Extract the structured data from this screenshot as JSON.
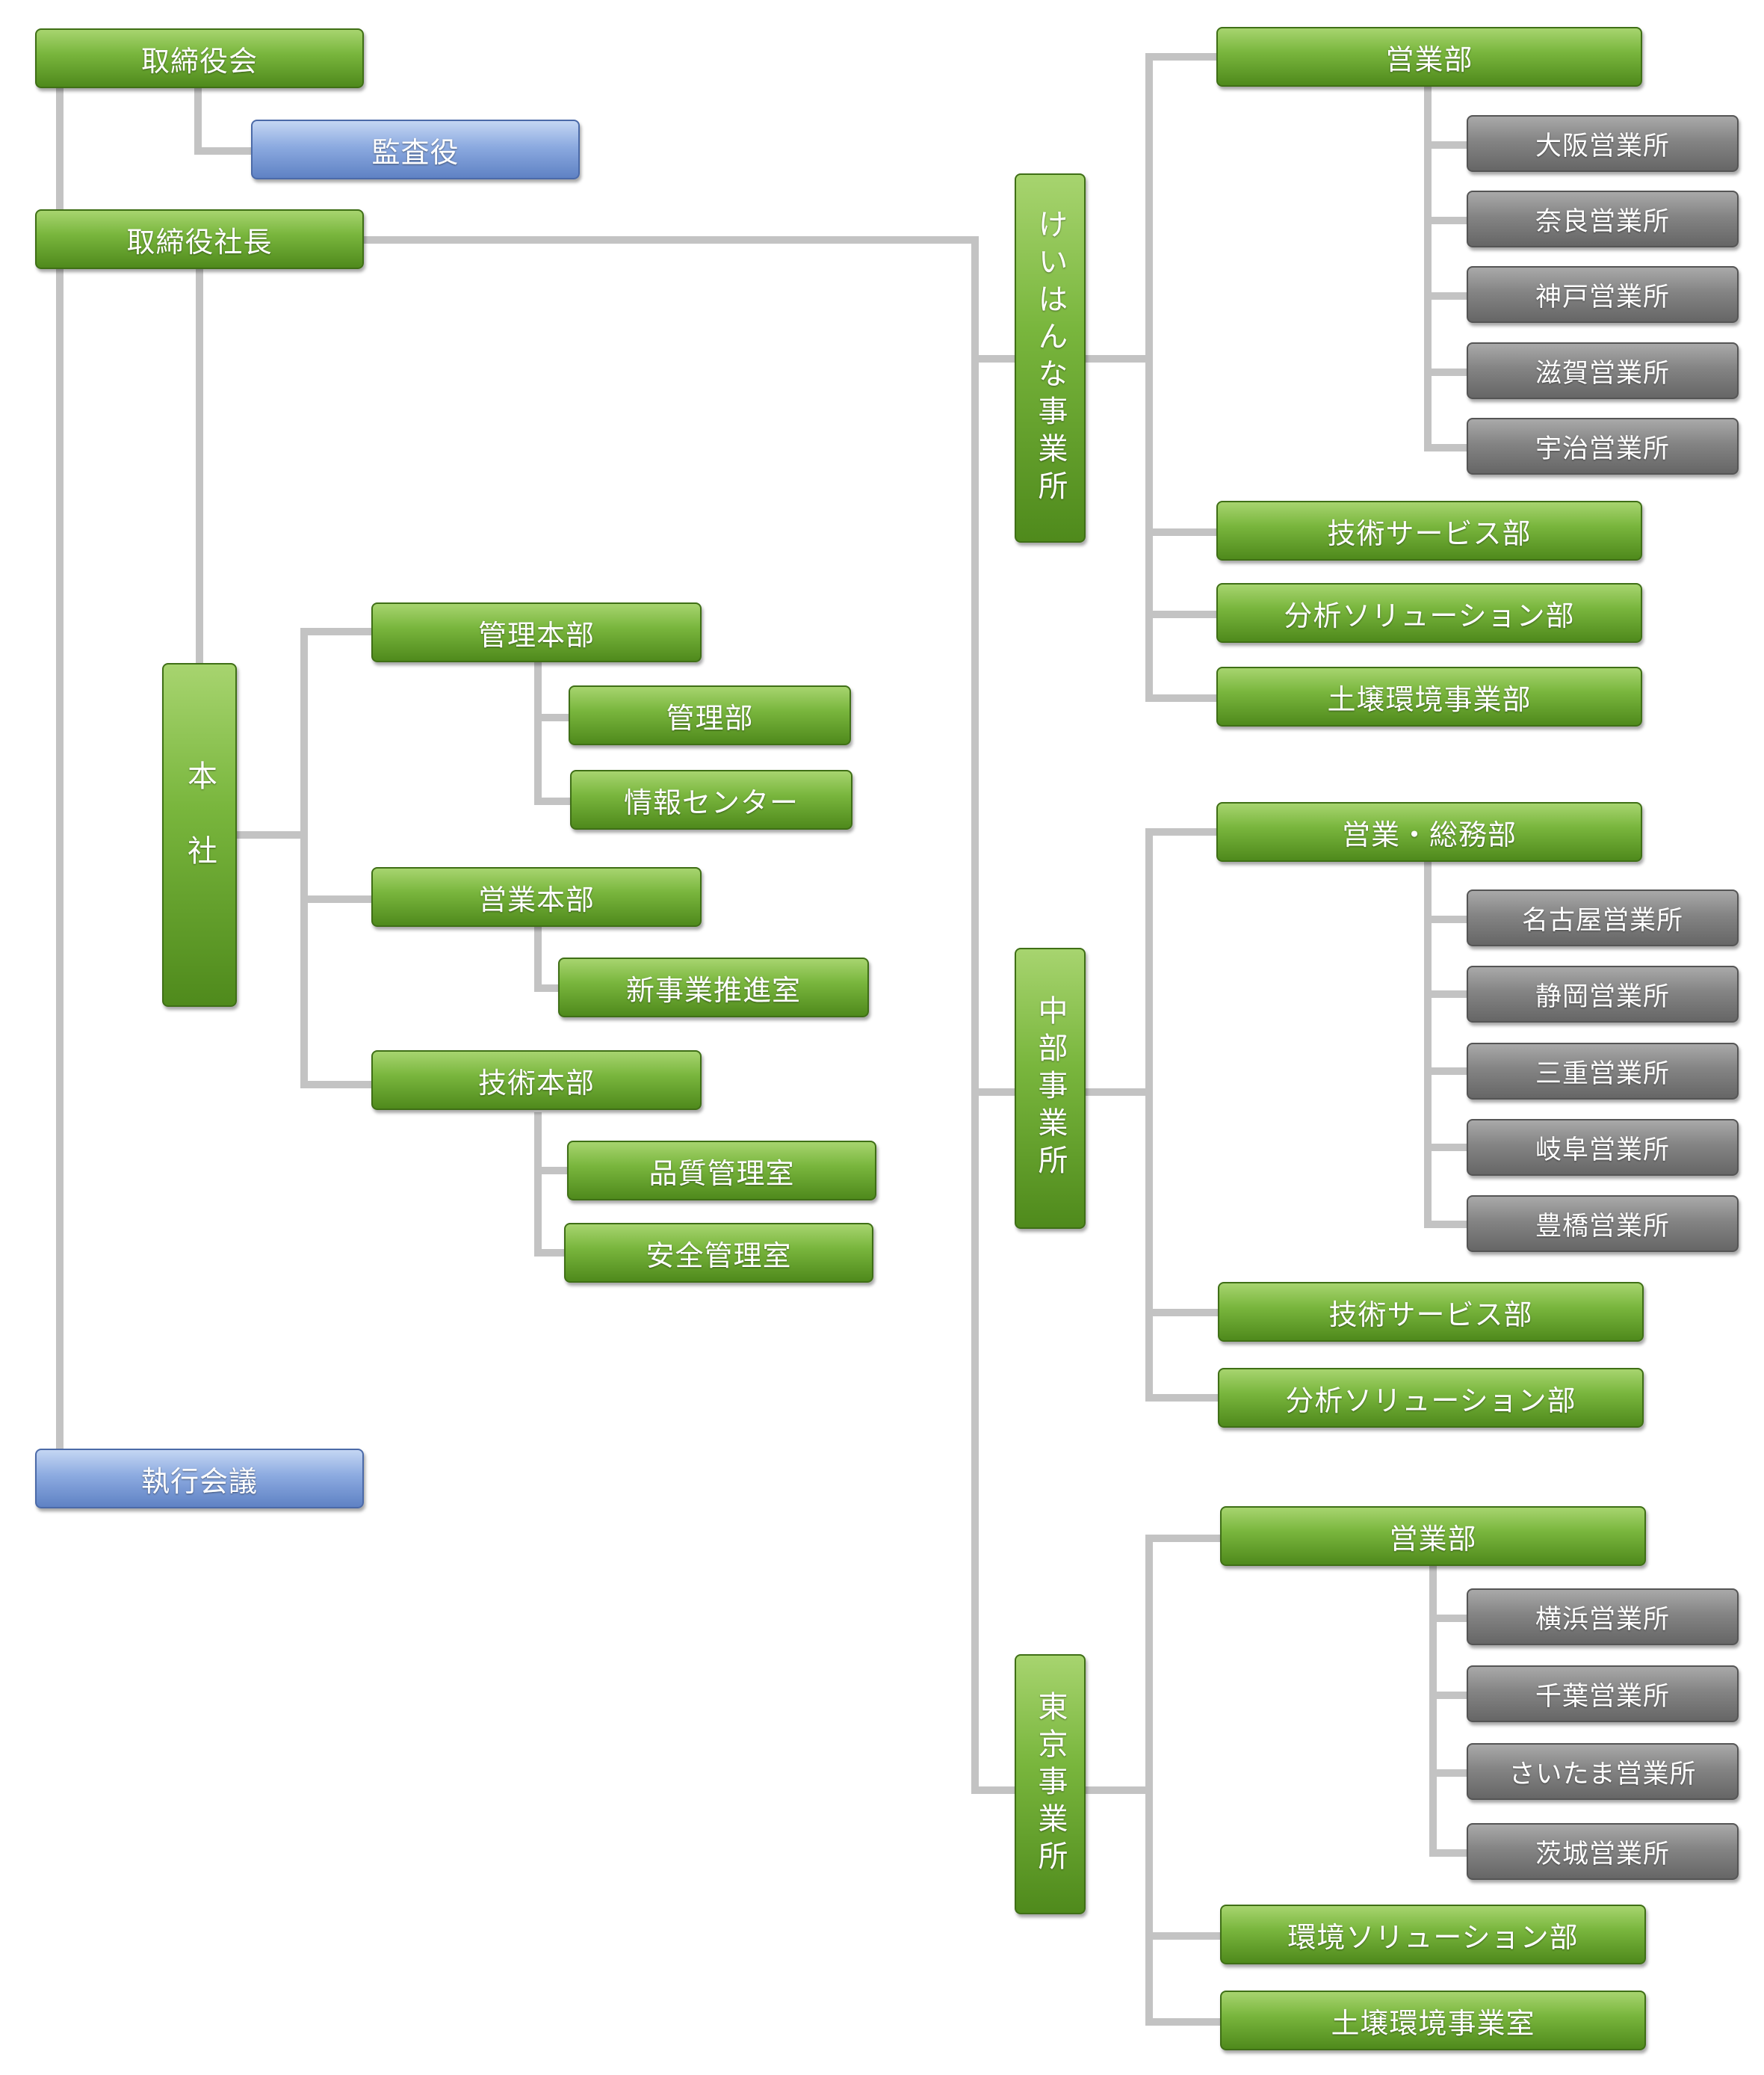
{
  "board": {
    "label": "取締役会",
    "auditor": "監査役",
    "president": "取締役社長",
    "exec_meeting": "執行会議"
  },
  "hq": {
    "label": "本社",
    "divisions": [
      {
        "label": "管理本部",
        "children": [
          "管理部",
          "情報センター"
        ]
      },
      {
        "label": "営業本部",
        "children": [
          "新事業推進室"
        ]
      },
      {
        "label": "技術本部",
        "children": [
          "品質管理室",
          "安全管理室"
        ]
      }
    ]
  },
  "offices": [
    {
      "label": "けいはんな事業所",
      "sales": {
        "label": "営業部",
        "branches": [
          "大阪営業所",
          "奈良営業所",
          "神戸営業所",
          "滋賀営業所",
          "宇治営業所"
        ]
      },
      "departments": [
        "技術サービス部",
        "分析ソリューション部",
        "土壌環境事業部"
      ]
    },
    {
      "label": "中部事業所",
      "sales": {
        "label": "営業・総務部",
        "branches": [
          "名古屋営業所",
          "静岡営業所",
          "三重営業所",
          "岐阜営業所",
          "豊橋営業所"
        ]
      },
      "departments": [
        "技術サービス部",
        "分析ソリューション部"
      ]
    },
    {
      "label": "東京事業所",
      "sales": {
        "label": "営業部",
        "branches": [
          "横浜営業所",
          "千葉営業所",
          "さいたま営業所",
          "茨城営業所"
        ]
      },
      "departments": [
        "環境ソリューション部",
        "土壌環境事業室"
      ]
    }
  ]
}
